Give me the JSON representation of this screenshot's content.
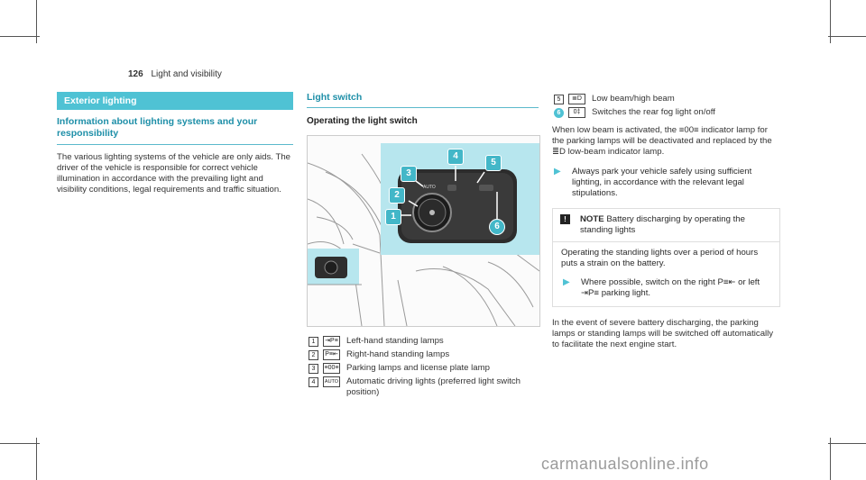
{
  "header": {
    "page_number": "126",
    "chapter": "Light and visibility"
  },
  "col1": {
    "bar": "Exterior lighting",
    "subheading": "Information about lighting systems and your responsibility",
    "paragraph": "The various lighting systems of the vehicle are only aids. The driver of the vehicle is responsible for correct vehicle illumination in accordance with the prevailing light and visibility conditions, legal requirements and traffic situation."
  },
  "col2": {
    "section": "Light switch",
    "heading": "Operating the light switch",
    "figure": {
      "callouts": [
        "1",
        "2",
        "3",
        "4",
        "5",
        "6"
      ],
      "switch_text": "AUTO"
    },
    "items": [
      {
        "num": "1",
        "icon": "⇥P≡",
        "text": "Left-hand standing lamps"
      },
      {
        "num": "2",
        "icon": "P≡⇤",
        "text": "Right-hand standing lamps"
      },
      {
        "num": "3",
        "icon": "≡00≡",
        "text": "Parking lamps and license plate lamp"
      },
      {
        "num": "4",
        "icon": "AUTO",
        "text": "Automatic driving lights (preferred light switch position)"
      }
    ]
  },
  "col3": {
    "items": [
      {
        "num": "5",
        "icon": "≣D",
        "text": "Low beam/high beam"
      },
      {
        "num": "6",
        "icon": "0‡",
        "text": "Switches the rear fog light on/off"
      }
    ],
    "paragraph1": "When low beam is activated, the ≡00≡ indicator lamp for the parking lamps will be deactivated and replaced by the ≣D low-beam indicator lamp.",
    "tip": "Always park your vehicle safely using sufficient lighting, in accordance with the relevant legal stipulations.",
    "note": {
      "label": "NOTE",
      "title": "Battery discharging by operating the standing lights",
      "body": "Operating the standing lights over a period of hours puts a strain on the battery.",
      "tip": "Where possible, switch on the right P≡⇤ or left ⇥P≡ parking light."
    },
    "paragraph2": "In the event of severe battery discharging, the parking lamps or standing lamps will be switched off automatically to facilitate the next engine start."
  },
  "watermark": "carmanualsonline.info"
}
